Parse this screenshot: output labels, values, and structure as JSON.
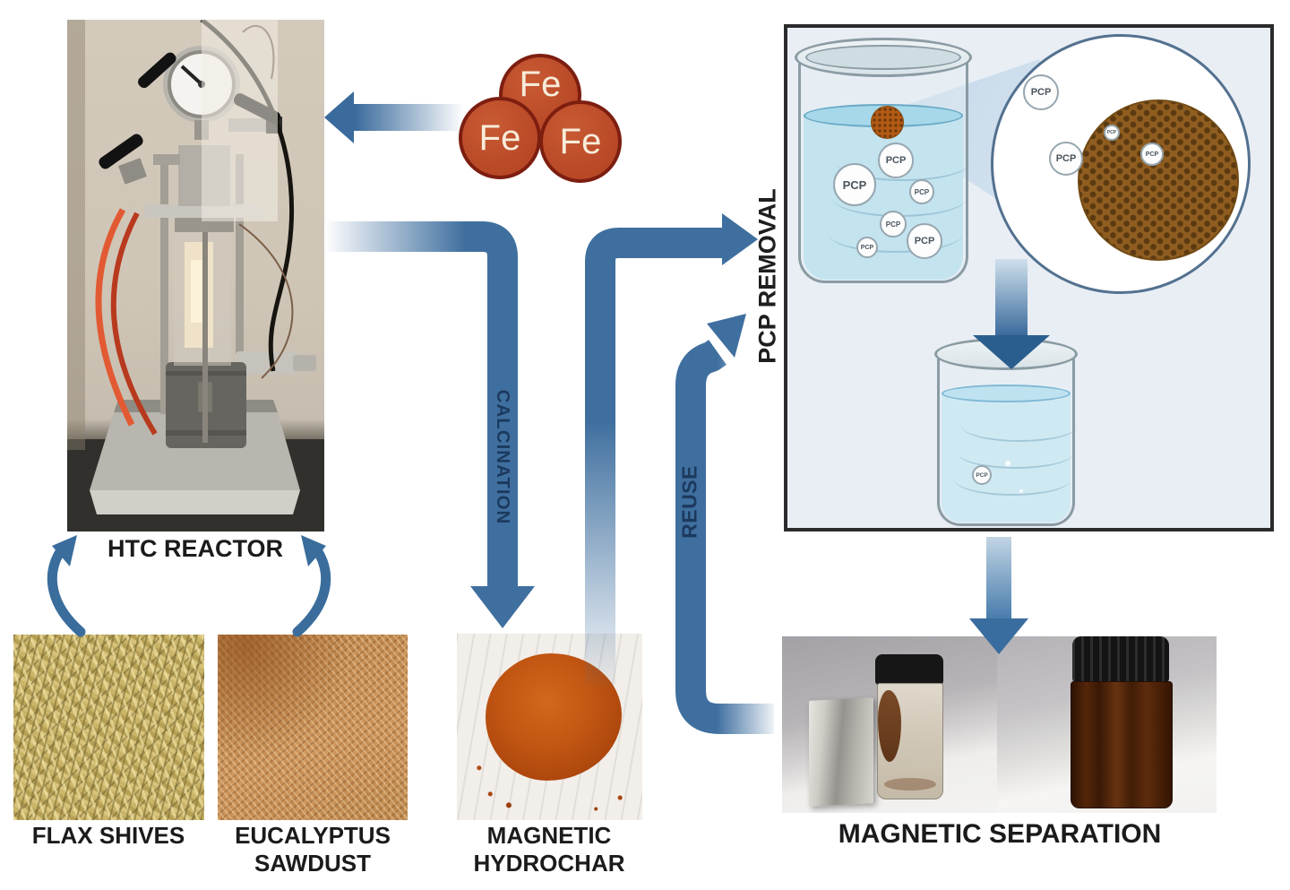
{
  "diagram": {
    "labels": {
      "htc_reactor": "HTC REACTOR",
      "flax_shives": "FLAX SHIVES",
      "eucalyptus_sawdust": "EUCALYPTUS SAWDUST",
      "magnetic_hydrochar": "MAGNETIC HYDROCHAR",
      "magnetic_separation": "MAGNETIC SEPARATION",
      "calcination": "CALCINATION",
      "reuse": "REUSE",
      "pcp_removal": "PCP REMOVAL"
    },
    "fe_particles": [
      "Fe",
      "Fe",
      "Fe"
    ],
    "pcp": {
      "beaker1": [
        "PCP",
        "PCP",
        "PCP",
        "PCP",
        "PCP",
        "PCP"
      ],
      "magnifier": [
        "PCP",
        "PCP",
        "PCP",
        "PCP"
      ],
      "beaker2": [
        "PCP"
      ]
    },
    "colors": {
      "arrow_blue": "#3f6f9f",
      "navy_text": "#1c3a5e",
      "label_text": "#1b1b1d",
      "fe_fill": "#bc4b29",
      "fe_border": "#7d1e10",
      "box_bg": "#e9eef5",
      "box_border": "#2b2b2b",
      "water_blue": "#c3e3ef",
      "hydrochar_brown": "#8f5d20",
      "hydrochar_orange": "#c05512"
    }
  }
}
